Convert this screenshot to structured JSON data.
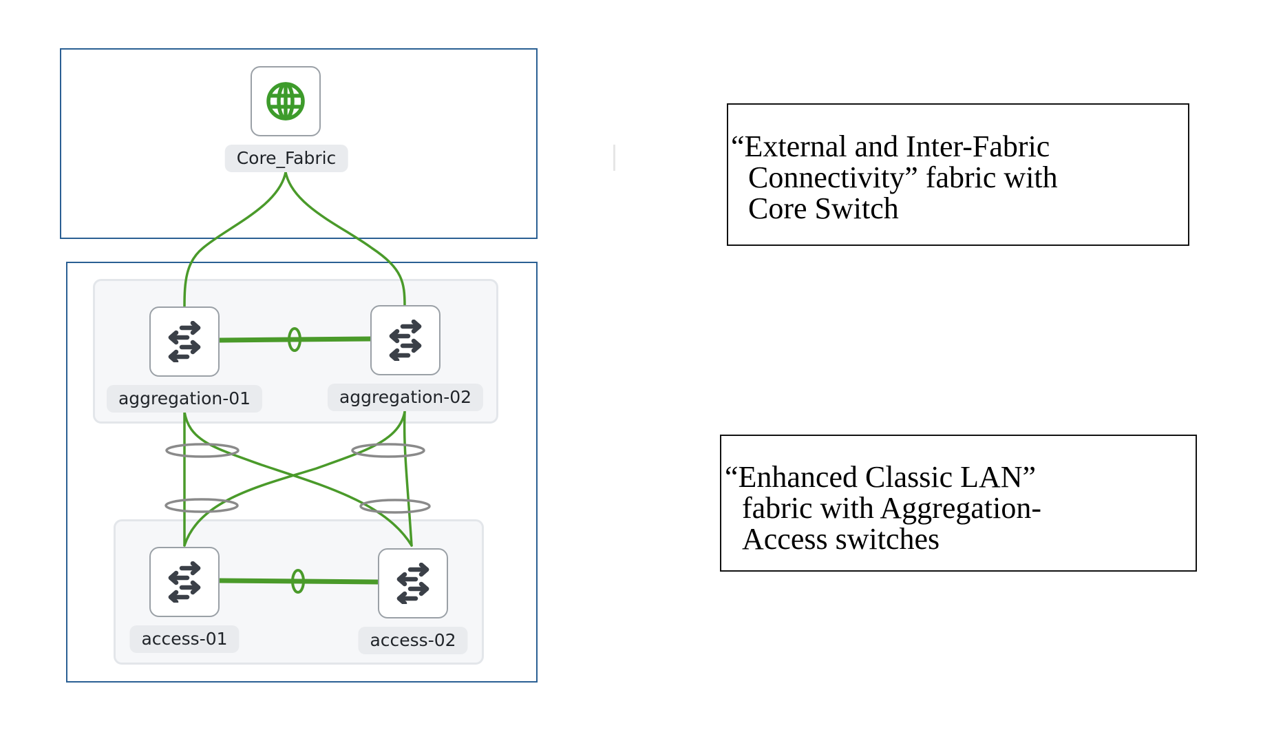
{
  "colors": {
    "link": "#4a9a2a",
    "frame": "#2a5f93",
    "globe": "#3d9b2b",
    "switch_icon": "#3b4048",
    "port_channel": "#8a8a8a"
  },
  "nodes": {
    "core": {
      "label": "Core_Fabric",
      "icon": "globe-icon"
    },
    "agg1": {
      "label": "aggregation-01",
      "icon": "switch-icon"
    },
    "agg2": {
      "label": "aggregation-02",
      "icon": "switch-icon"
    },
    "acc1": {
      "label": "access-01",
      "icon": "switch-icon"
    },
    "acc2": {
      "label": "access-02",
      "icon": "switch-icon"
    }
  },
  "callouts": {
    "external": {
      "lines": [
        "“External and Inter-Fabric",
        "Connectivity” fabric with",
        "Core Switch"
      ]
    },
    "enhanced": {
      "lines": [
        "“Enhanced Classic LAN”",
        "fabric with Aggregation-",
        "Access switches"
      ]
    }
  }
}
